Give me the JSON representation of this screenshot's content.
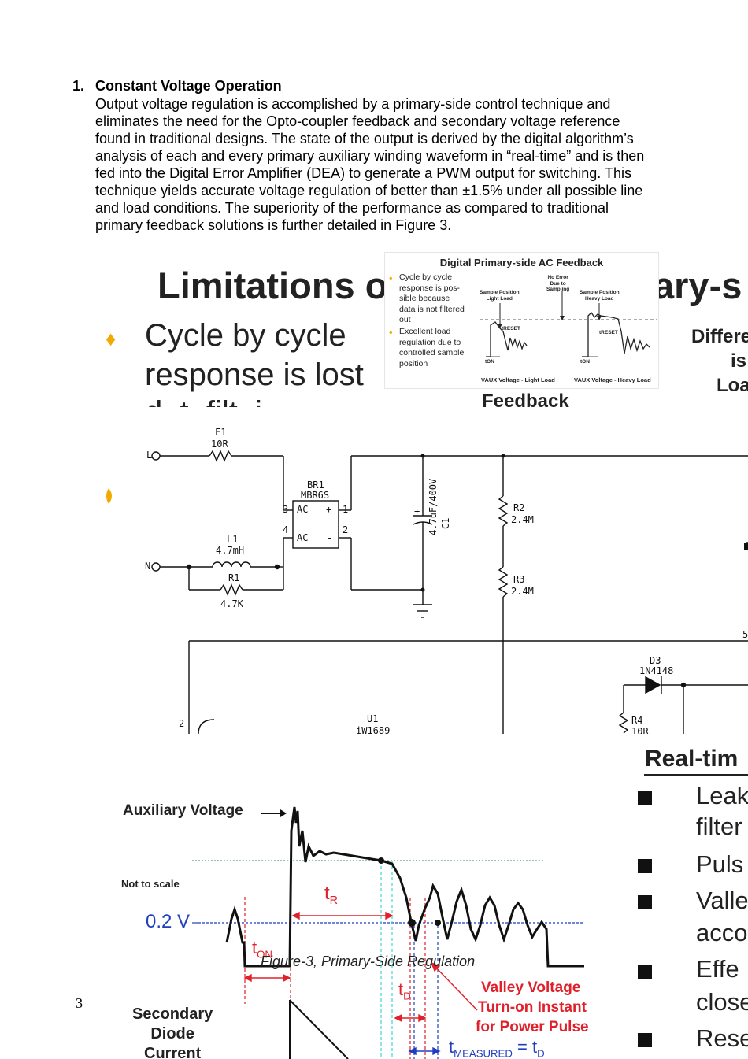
{
  "section": {
    "number": "1.",
    "heading": "Constant Voltage Operation",
    "lines": [
      "Output voltage regulation is accomplished by a primary-side control technique and",
      "eliminates the need for the Opto-coupler feedback and secondary voltage reference",
      "found in traditional designs. The state of the output is derived by the digital algorithm’s",
      "analysis of each and every primary auxiliary winding waveform in “real-time” and is then",
      "fed into the Digital Error Amplifier (DEA) to generate a PWM output for switching. This",
      "technique yields accurate voltage regulation of better than ±1.5% under all possible line",
      "and load conditions. The superiority of the performance as compared to traditional",
      "primary feedback solutions is further detailed in Figure 3."
    ]
  },
  "slide1": {
    "title_left": "Limitations o",
    "title_right": "ary-s",
    "bullet_line1": "Cycle by cycle",
    "bullet_line2": "response is lost",
    "right_line1": "Differe",
    "right_line2": "is",
    "right_line3": "Loa",
    "bottom_text": "Feedback",
    "inset": {
      "title": "Digital Primary-side AC Feedback",
      "bullet1_lines": [
        "Cycle by cycle",
        "response is pos-",
        "sible because",
        "data is not filtered",
        "out"
      ],
      "bullet2_lines": [
        "Excellent load",
        "regulation due to",
        "controlled sample",
        "position"
      ],
      "no_error": "No Error\nDue to\nSampling",
      "sample_light": "Sample Position\nLight Load",
      "sample_heavy": "Sample Position\nHeavy Load",
      "t_reset": "tRESET",
      "t_on": "tON",
      "cap_light": "VAUX Voltage - Light Load",
      "cap_heavy": "VAUX Voltage - Heavy Load"
    }
  },
  "schematic": {
    "line_node": "L",
    "neutral_node": "N",
    "f1_name": "F1",
    "f1_value": "10R",
    "br1_name": "BR1",
    "br1_part": "MBR6S",
    "br1_ac": "AC",
    "br1_plus": "+",
    "br1_minus": "-",
    "pin1": "1",
    "pin2": "2",
    "pin3": "3",
    "pin4": "4",
    "pin5": "5",
    "l1_name": "L1",
    "l1_value": "4.7mH",
    "r1_name": "R1",
    "r1_value": "4.7K",
    "c1_value": "4.7uF/400V",
    "c1_name": "C1",
    "c1_plus": "+",
    "r2_name": "R2",
    "r2_value": "2.4M",
    "r3_name": "R3",
    "r3_value": "2.4M",
    "d3_name": "D3",
    "d3_part": "1N4148",
    "r4_name": "R4",
    "r4_value": "10R",
    "u1_name": "U1",
    "u1_part": "iW1689",
    "u1_pin": "2"
  },
  "waveform": {
    "aux_label": "Auxiliary Voltage",
    "not_to_scale": "Not to scale",
    "v_ref": "0.2 V",
    "t_r": "t",
    "t_r_sub": "R",
    "t_on": "t",
    "t_on_sub": "ON",
    "t_d": "t",
    "t_d_sub": "D",
    "valley_lines": [
      "Valley Voltage",
      "Turn-on Instant",
      "for Power Pulse"
    ],
    "secondary_lines": [
      "Secondary",
      "Diode",
      "Current"
    ],
    "t_meas": "t",
    "t_meas_sub": "MEASURED",
    "equals": " = t",
    "equals_sub": "D",
    "right_title": "Real-tim",
    "right_items": [
      "Leak",
      "filter",
      "Puls",
      "Valle",
      "acco",
      "Effe",
      "close",
      "Rese"
    ]
  },
  "caption": "Figure-3, Primary-Side Regulation",
  "page_number": "3",
  "colors": {
    "bullet_orange": "#f2a900",
    "wave_red": "#e0202a",
    "wave_blue": "#1f3fbf",
    "wave_green": "#2e8b57",
    "wave_cyan": "#3fd6d6"
  }
}
